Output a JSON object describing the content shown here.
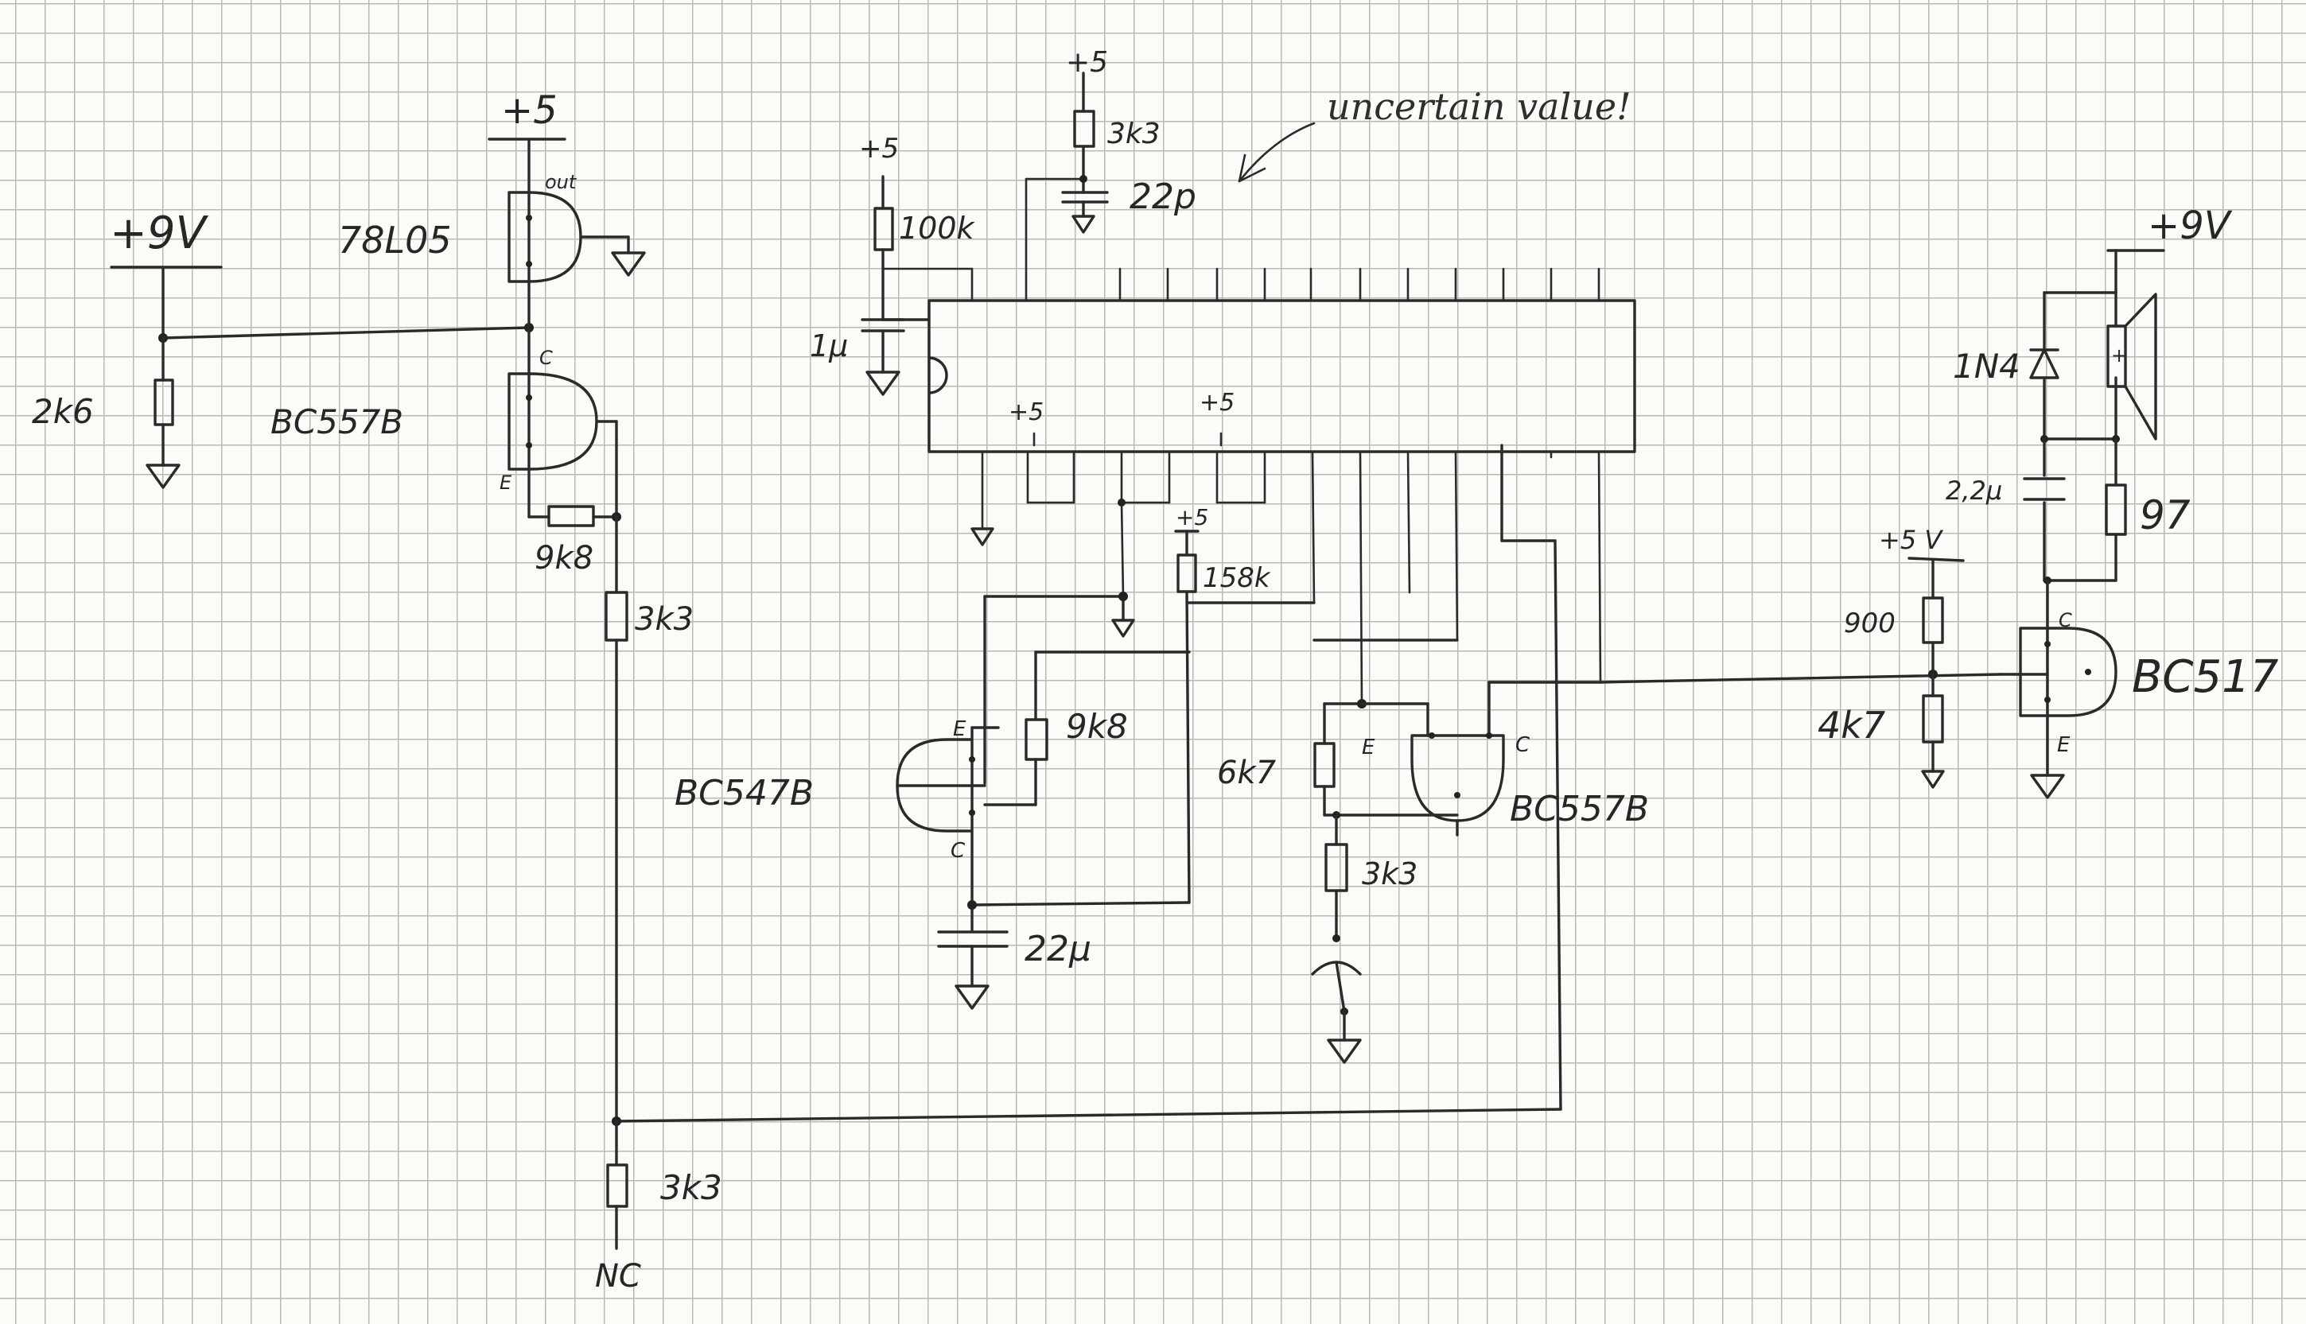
{
  "supplies": {
    "v9_input": "+9V",
    "v5_regulator": "+5",
    "v5_top_a": "+5",
    "v5_top_b": "+5",
    "v5_ic_a": "+5",
    "v5_ic_b": "+5",
    "v5_mid": "+5",
    "v9_speaker": "+9V",
    "v5_right": "+5 V"
  },
  "regulator": {
    "label": "78L05",
    "pin_out": "out"
  },
  "transistors": {
    "q1": {
      "label": "BC557B",
      "pin_c": "C",
      "pin_e": "E"
    },
    "q2": {
      "label": "BC547B",
      "pin_e": "E",
      "pin_c": "C"
    },
    "q3": {
      "label": "BC557B",
      "pin_e": "E",
      "pin_c": "C"
    },
    "q4": {
      "label": "BC517",
      "pin_c": "C",
      "pin_e": "E"
    }
  },
  "resistors": {
    "r_2k6": "2k6",
    "r_9k8_a": "9k8",
    "r_3k3_a": "3k3",
    "r_3k3_top": "3k3",
    "r_100k": "100k",
    "r_158k": "158k",
    "r_9k8_b": "9k8",
    "r_6k7": "6k7",
    "r_3k3_b": "3k3",
    "r_3k3_nc": "3k3",
    "r_900": "900",
    "r_4k7": "4k7",
    "r_97": "97"
  },
  "capacitors": {
    "c_22p": "22p",
    "c_1u": "1µ",
    "c_22u": "22µ",
    "c_2u2": "2,2µ"
  },
  "diode": {
    "label": "1N4"
  },
  "speaker_mark": "+",
  "annotation": "uncertain value!",
  "nc_label": "NC"
}
